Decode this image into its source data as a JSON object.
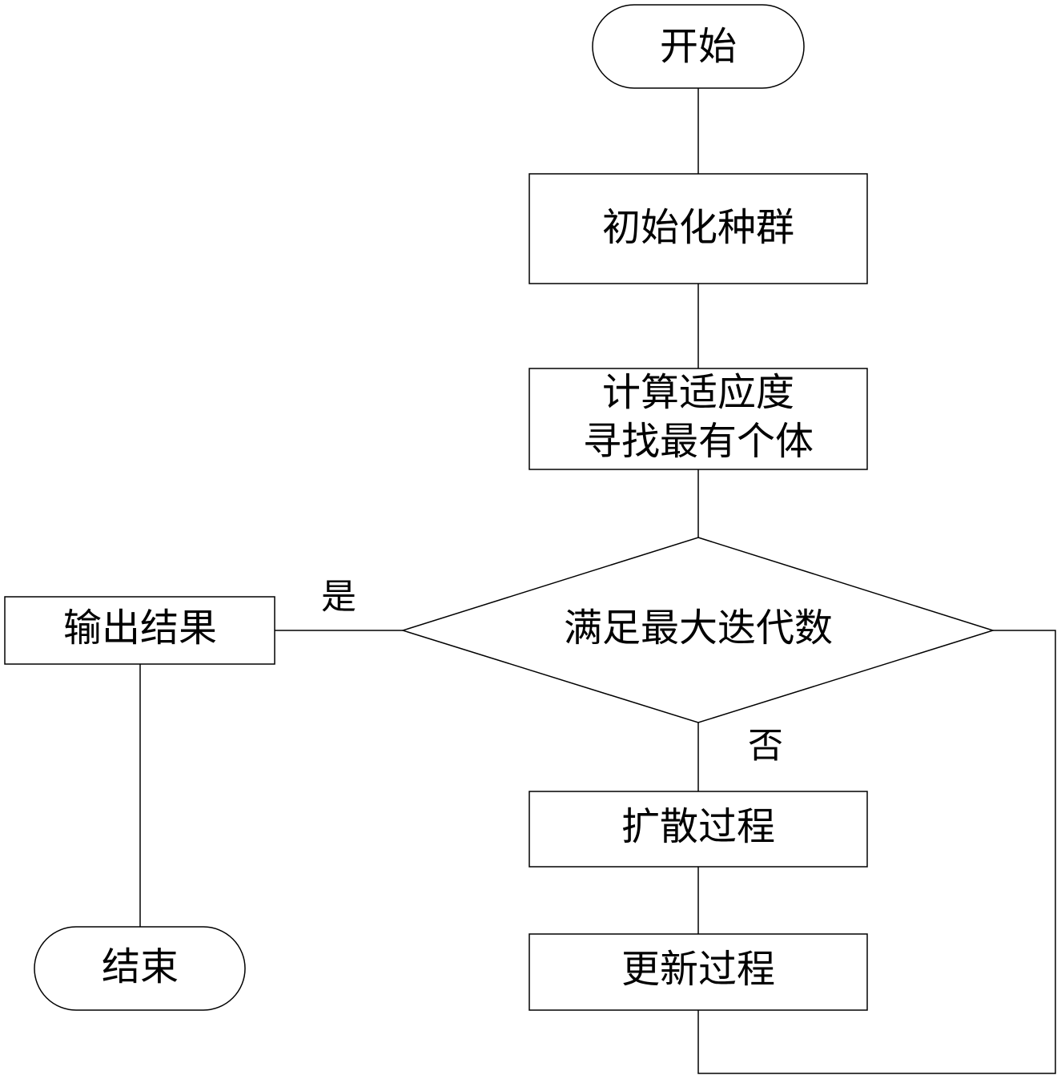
{
  "nodes": {
    "start": {
      "label": "开始"
    },
    "init_population": {
      "label": "初始化种群"
    },
    "compute_fitness": {
      "line1": "计算适应度",
      "line2": "寻找最有个体"
    },
    "max_iterations": {
      "label": "满足最大迭代数"
    },
    "output_result": {
      "label": "输出结果"
    },
    "end": {
      "label": "结束"
    },
    "diffusion": {
      "label": "扩散过程"
    },
    "update": {
      "label": "更新过程"
    }
  },
  "edges": {
    "yes_label": "是",
    "no_label": "否"
  }
}
